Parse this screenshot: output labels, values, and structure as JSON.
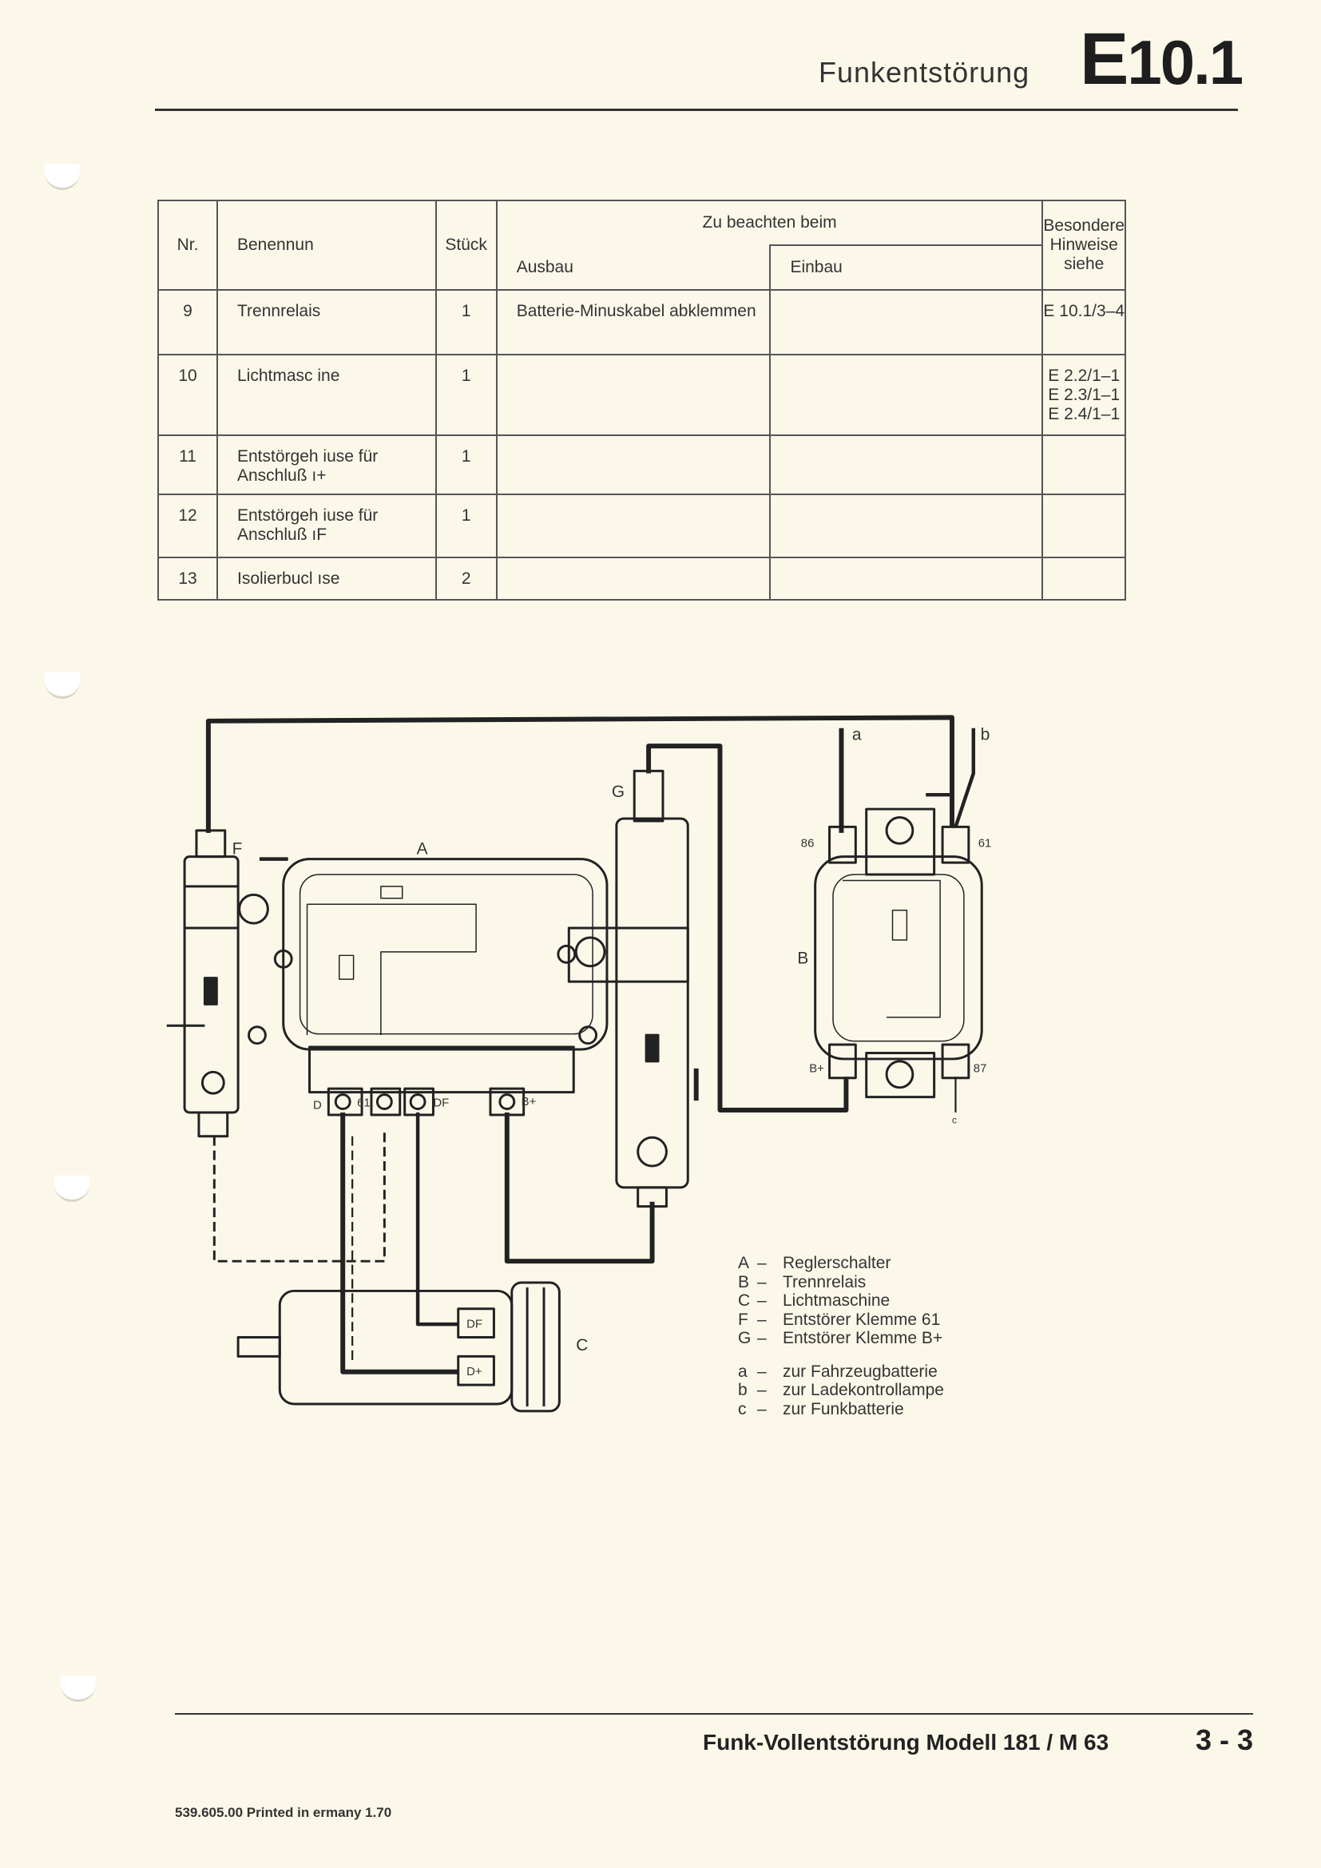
{
  "header": {
    "title": "Funkentstörung",
    "code_letter": "E",
    "code_number": "10.1"
  },
  "table": {
    "headers": {
      "nr": "Nr.",
      "name": "Benennun",
      "qty": "Stück",
      "group": "Zu beachten beim",
      "removal": "Ausbau",
      "install": "Einbau",
      "notes": "Besondere Hinweise siehe"
    },
    "rows": [
      {
        "nr": "9",
        "name": "Trennrelais",
        "qty": "1",
        "removal": "Batterie-Minuskabel abklemmen",
        "install": "",
        "notes": "E 10.1/3–4"
      },
      {
        "nr": "10",
        "name": "Lichtmasc ine",
        "qty": "1",
        "removal": "",
        "install": "",
        "notes": "E 2.2/1–1\nE 2.3/1–1\nE 2.4/1–1"
      },
      {
        "nr": "11",
        "name": "Entstörgeh iuse für Anschluß ı+",
        "qty": "1",
        "removal": "",
        "install": "",
        "notes": ""
      },
      {
        "nr": "12",
        "name": "Entstörgeh iuse für Anschluß ıF",
        "qty": "1",
        "removal": "",
        "install": "",
        "notes": ""
      },
      {
        "nr": "13",
        "name": "Isolierbucl ıse",
        "qty": "2",
        "removal": "",
        "install": "",
        "notes": ""
      }
    ]
  },
  "diagram": {
    "labels": {
      "A": "A",
      "B": "B",
      "C": "C",
      "F": "F",
      "G": "G",
      "a": "a",
      "b": "b",
      "c": "c",
      "relay_86": "86",
      "relay_61": "61",
      "relay_bplus": "B+",
      "relay_87": "87",
      "reg_d": "D",
      "reg_61": "61",
      "reg_df": "DF",
      "reg_bplus": "B+",
      "gen_df": "DF",
      "gen_dplus": "D+"
    }
  },
  "legend": {
    "components": [
      {
        "key": "A",
        "text": "Reglerschalter"
      },
      {
        "key": "B",
        "text": "Trennrelais"
      },
      {
        "key": "C",
        "text": "Lichtmaschine"
      },
      {
        "key": "F",
        "text": "Entstörer Klemme 61"
      },
      {
        "key": "G",
        "text": "Entstörer Klemme B+"
      }
    ],
    "connections": [
      {
        "key": "a",
        "text": "zur Fahrzeugbatterie"
      },
      {
        "key": "b",
        "text": "zur Ladekontrollampe"
      },
      {
        "key": "c",
        "text": "zur Funkbatterie"
      }
    ],
    "dash": "–"
  },
  "footer": {
    "title": "Funk-Vollentstörung Modell 181 / M 63",
    "page": "3 - 3",
    "printed": "539.605.00 Printed in ermany 1.70"
  }
}
